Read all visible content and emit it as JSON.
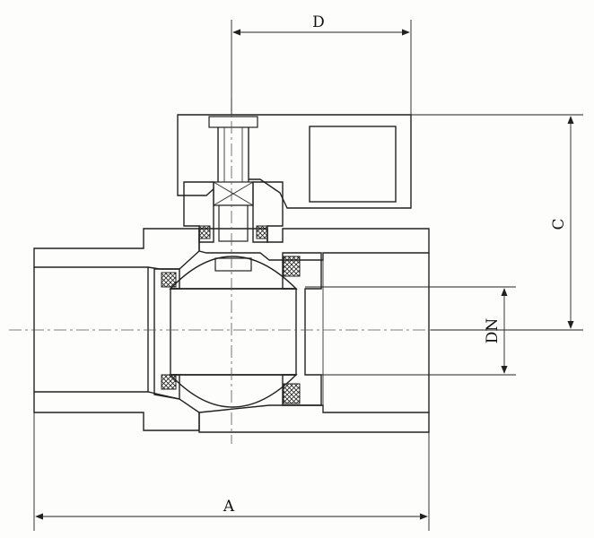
{
  "labels": {
    "dim_a": "A",
    "dim_c": "C",
    "dim_d": "D",
    "dim_dn": "DN"
  }
}
